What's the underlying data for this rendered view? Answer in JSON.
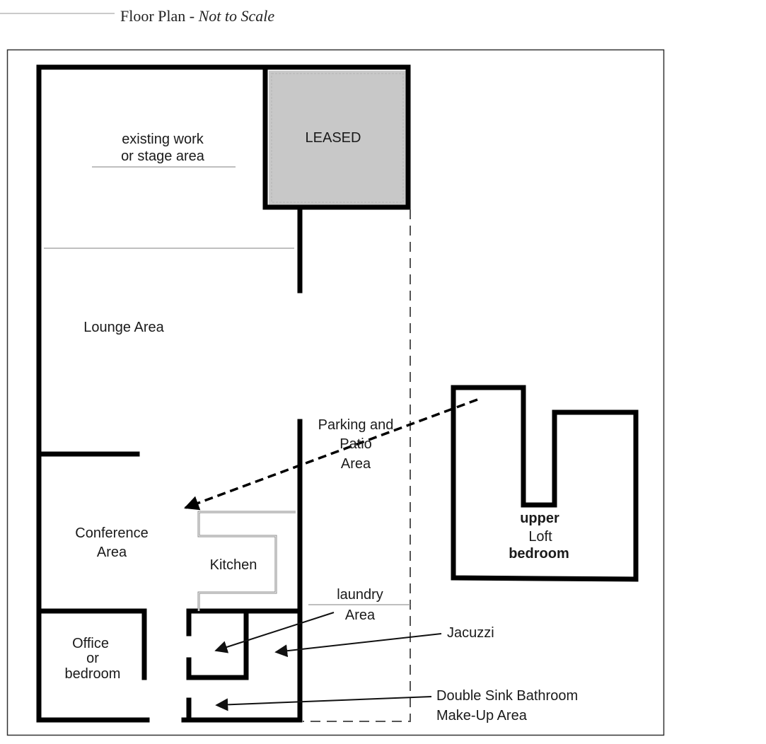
{
  "header": {
    "title": "Floor Plan - ",
    "title_italic": "Not to Scale"
  },
  "rooms": {
    "work_area_line1": "existing work",
    "work_area_line2": "or stage area",
    "leased": "LEASED",
    "lounge": "Lounge Area",
    "parking_line1": "Parking and",
    "parking_line2": "Patio",
    "parking_line3": "Area",
    "conference_line1": "Conference",
    "conference_line2": "Area",
    "kitchen": "Kitchen",
    "laundry_line1": "laundry",
    "laundry_line2": "Area",
    "jacuzzi": "Jacuzzi",
    "office_line1": "Office",
    "office_line2": "or",
    "office_line3": "bedroom",
    "bathroom_line1": "Double Sink Bathroom",
    "bathroom_line2": "Make-Up Area",
    "loft_line1": "upper",
    "loft_line2": "Loft",
    "loft_line3": "bedroom"
  },
  "colors": {
    "wall": "#000000",
    "leased_fill": "#c8c8c8",
    "frame": "#333333"
  }
}
